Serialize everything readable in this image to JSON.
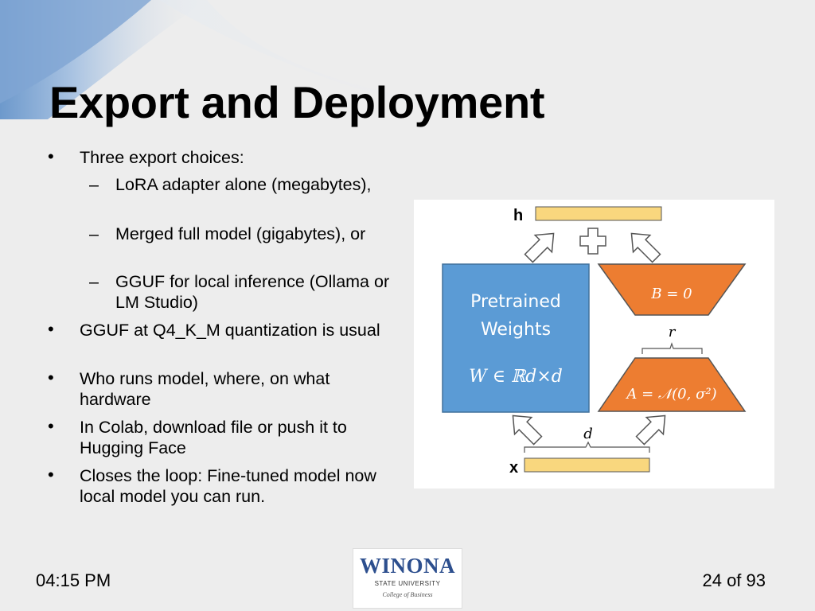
{
  "slide": {
    "title": "Export and Deployment",
    "bullets": [
      {
        "text": "Three export choices:",
        "sub": [
          "LoRA adapter alone (megabytes),",
          "Merged full model (gigabytes), or",
          "GGUF for local inference (Ollama or LM Studio)"
        ]
      },
      {
        "text": "GGUF at Q4_K_M quantization is usual"
      },
      {
        "text": "Who runs model, where, on what hardware"
      },
      {
        "text": "In Colab, download file or push it to Hugging Face"
      },
      {
        "text": "Closes the loop: Fine-tuned model now local model you can run."
      }
    ]
  },
  "figure": {
    "h_label": "h",
    "x_label": "x",
    "pretrained_line1": "Pretrained",
    "pretrained_line2": "Weights",
    "pretrained_formula": "W ∈ ℝd×d",
    "b_label": "B = 0",
    "a_label": "A = 𝒩(0, σ²)",
    "r_label": "r",
    "d_label": "d",
    "colors": {
      "blue": "#5b9bd5",
      "orange": "#ed7d31",
      "yellow": "#f9d77e",
      "text_dark": "#000000"
    }
  },
  "footer": {
    "time": "04:15 PM",
    "page": "24 of 93",
    "logo": {
      "name": "WINONA",
      "sub": "STATE UNIVERSITY",
      "college": "College of Business"
    }
  }
}
